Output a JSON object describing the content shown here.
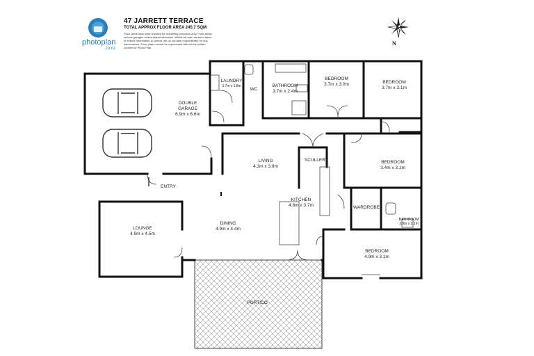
{
  "header": {
    "title": "47 JARRETT TERRACE",
    "subtitle": "TOTAL APPROX FLOOR AREA 245.7 SQM",
    "disclaimer": "Floor plans have been created for marketing purposes only. Floor areas include garages unless stated otherwise. Whilst all care has been taken to ensure information is correct, we do not take responsibility for any inaccuracies. Floor plans cannot be reproduced without the written consent of Photo Plan."
  },
  "logo": {
    "name": "photoplan",
    "suffix": ".co.nz",
    "icon": "photoplan-logo-icon",
    "color": "#2a7fb8"
  },
  "compass": {
    "label": "N",
    "icon": "compass-rose-icon"
  },
  "rooms": {
    "laundry": {
      "name": "LAUNDRY",
      "dim": "3.7m x 1.8m"
    },
    "wc": {
      "name": "WC"
    },
    "bathroom": {
      "name": "BATHROOM",
      "dim": "3.7m x 2.4m"
    },
    "bedroom1": {
      "name": "BEDROOM",
      "dim": "3.7m x 3.0m"
    },
    "bedroom2": {
      "name": "BEDROOM",
      "dim": "3.7m x 3.1m"
    },
    "garage": {
      "name": "DOUBLE",
      "name2": "GARAGE",
      "dim": "6.9m x 6.6m"
    },
    "living": {
      "name": "LIVING",
      "dim": "4.3m x 3.9m"
    },
    "scullery": {
      "name": "SCULLERY"
    },
    "bedroom3": {
      "name": "BEDROOM",
      "dim": "3.4m x 3.1m"
    },
    "entry": {
      "name": "ENTRY"
    },
    "kitchen": {
      "name": "KITCHEN",
      "dim": "4.8m x 3.7m"
    },
    "wardrobe": {
      "name": "WARDROBE"
    },
    "ensuite": {
      "name": "BATHROOM",
      "dim": "3.9m x 2.1m"
    },
    "lounge": {
      "name": "LOUNGE",
      "dim": "4.9m x 4.5m"
    },
    "dining": {
      "name": "DINING",
      "dim": "4.9m x 4.4m"
    },
    "bedroom4": {
      "name": "BEDROOM",
      "dim": "4.9m x 3.1m"
    },
    "portico": {
      "name": "PORTICO"
    }
  }
}
